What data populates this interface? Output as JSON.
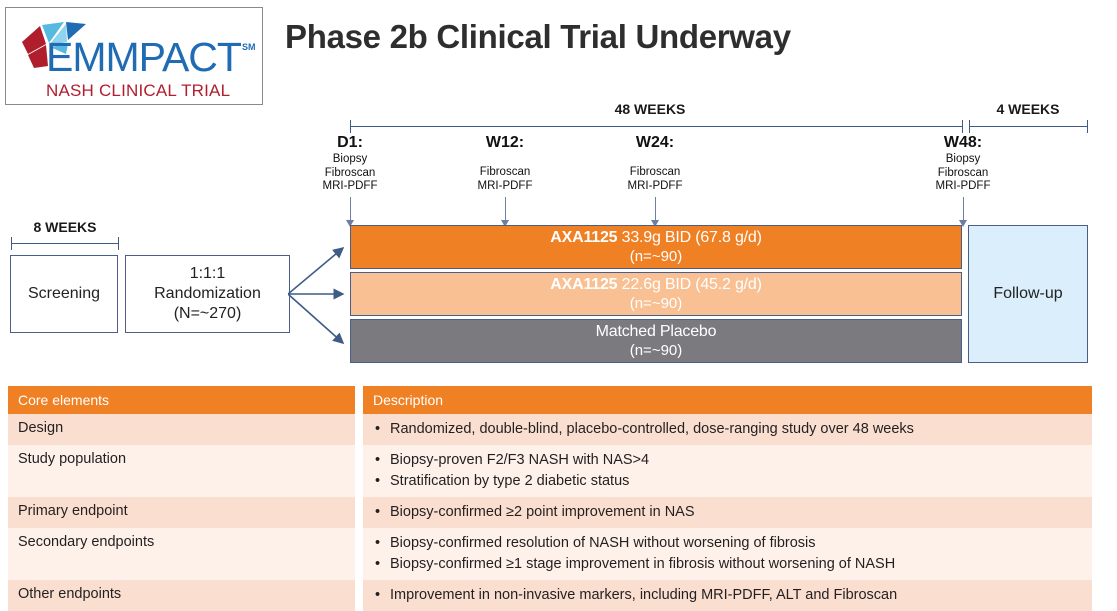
{
  "logo": {
    "wordmark": "EMMPACT",
    "superscript": "SM",
    "subtitle": "NASH CLINICAL TRIAL",
    "mark_icon": "liver-facets-icon",
    "colors": {
      "blue": "#1f6cb4",
      "red": "#b01e2e"
    }
  },
  "title": "Phase 2b Clinical Trial Underway",
  "timeline": {
    "spans": [
      {
        "label": "48 WEEKS"
      },
      {
        "label": "4 WEEKS"
      }
    ],
    "screening_span": "8 WEEKS",
    "milestones": [
      {
        "heading": "D1:",
        "details": "Biopsy\nFibroscan\nMRI-PDFF"
      },
      {
        "heading": "W12:",
        "details": "Fibroscan\nMRI-PDFF"
      },
      {
        "heading": "W24:",
        "details": "Fibroscan\nMRI-PDFF"
      },
      {
        "heading": "W48:",
        "details": "Biopsy\nFibroscan\nMRI-PDFF"
      }
    ]
  },
  "flow": {
    "screening": "Screening",
    "randomization": "1:1:1\nRandomization\n(N=~270)",
    "followup": "Follow-up",
    "arms": [
      {
        "drug": "AXA1125",
        "dose": "33.9g BID (67.8 g/d)",
        "n": "(n=~90)",
        "color": "#f08024"
      },
      {
        "drug": "AXA1125",
        "dose": "22.6g BID (45.2 g/d)",
        "n": "(n=~90)",
        "color": "#f8c093"
      },
      {
        "drug": "",
        "dose": "Matched Placebo",
        "n": "(n=~90)",
        "color": "#7b7b7f"
      }
    ]
  },
  "table": {
    "headers": [
      "Core elements",
      "Description"
    ],
    "rows": [
      {
        "element": "Design",
        "items": [
          "Randomized, double-blind, placebo-controlled, dose-ranging study over 48 weeks"
        ]
      },
      {
        "element": "Study population",
        "items": [
          "Biopsy-proven F2/F3 NASH with NAS>4",
          "Stratification by type 2 diabetic status"
        ]
      },
      {
        "element": "Primary endpoint",
        "items": [
          "Biopsy-confirmed ≥2 point improvement in NAS"
        ]
      },
      {
        "element": "Secondary endpoints",
        "items": [
          "Biopsy-confirmed resolution of NASH without worsening of fibrosis",
          "Biopsy-confirmed ≥1 stage improvement in fibrosis without worsening of NASH"
        ]
      },
      {
        "element": "Other endpoints",
        "items": [
          "Improvement in non-invasive markers, including MRI-PDFF, ALT and Fibroscan"
        ]
      }
    ],
    "header_color": "#f08024",
    "row_colors": [
      "#fadfd0",
      "#fdf1ea"
    ]
  }
}
